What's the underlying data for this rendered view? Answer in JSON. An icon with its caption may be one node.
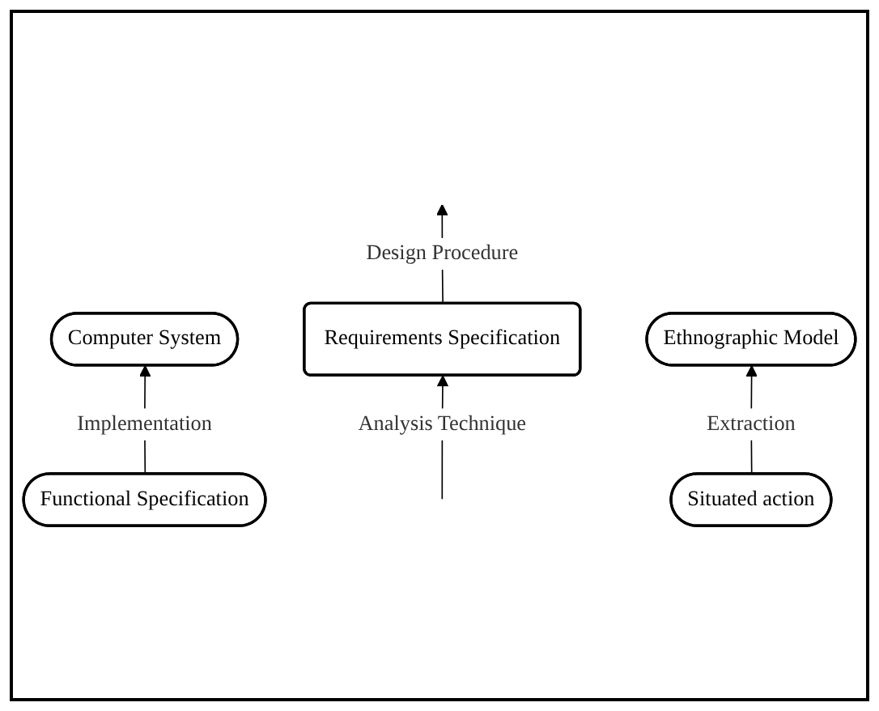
{
  "diagram": {
    "nodes": [
      {
        "text": [
          "Computer System"
        ]
      },
      {
        "text": [
          "Functional Specification"
        ]
      },
      {
        "text": [
          "Requirements Specification"
        ]
      },
      {
        "text": [
          "Ethnographic Model"
        ]
      },
      {
        "text": [
          "Situated action"
        ]
      }
    ],
    "edges": [
      {
        "from": 1,
        "to": 0,
        "arrow": "to",
        "label": "Implementation"
      },
      {
        "from": 2,
        "to": null,
        "arrow": "to",
        "label": "Design Procedure"
      },
      {
        "from": null,
        "to": 2,
        "arrow": "to",
        "label": "Analysis Technique"
      },
      {
        "from": 4,
        "to": 3,
        "arrow": "to",
        "label": "Extraction"
      }
    ]
  }
}
